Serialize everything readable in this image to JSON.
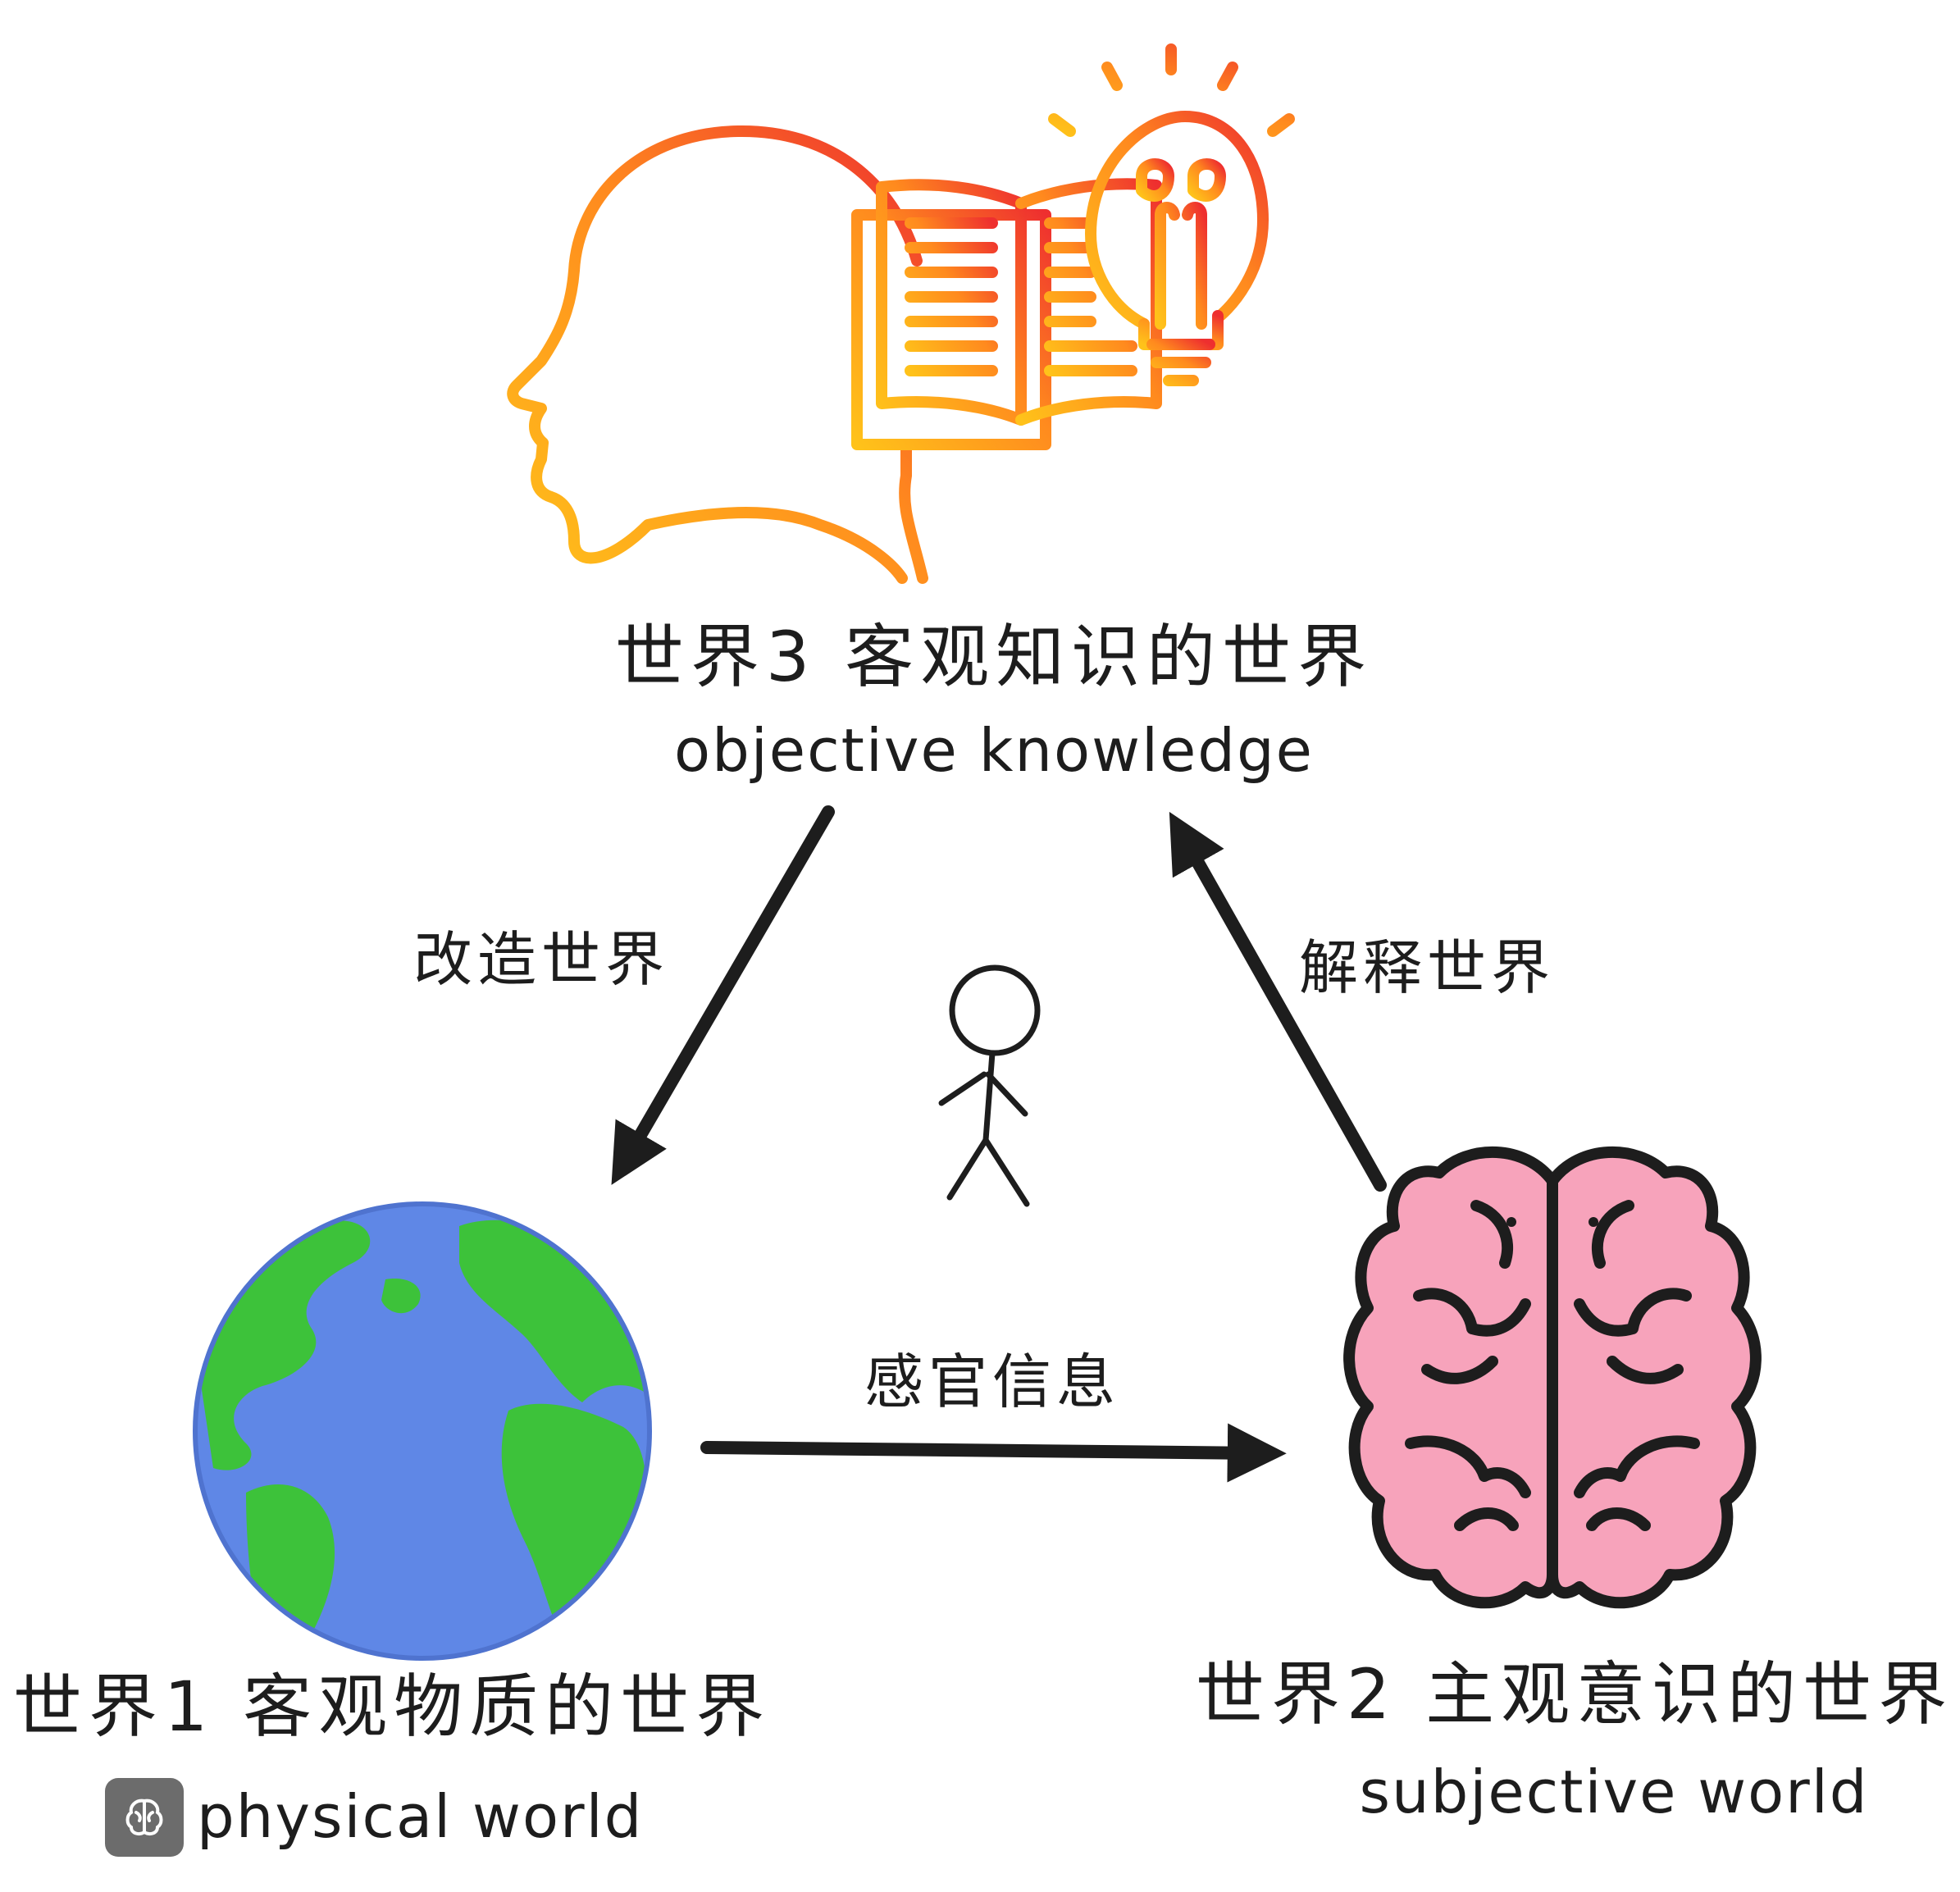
{
  "nodes": {
    "world3": {
      "zh_label": "世界3 客观知识的世界",
      "en_label": "objective knowledge",
      "icon": "head-book-lightbulb-icon"
    },
    "world1": {
      "zh_label": "世界1 客观物质的世界",
      "en_label": "physical world",
      "icon": "earth-globe-icon"
    },
    "world2": {
      "zh_label": "世界2 主观意识的世界",
      "en_label": "subjective world",
      "icon": "brain-icon"
    }
  },
  "edges": {
    "world3_to_world1": "改造世界",
    "world2_to_world3": "解释世界",
    "world1_to_world2": "感官信息"
  },
  "center_icon": "stick-figure-icon",
  "badge_icon": "brain-icon",
  "colors": {
    "gradient_start": "#ffc21a",
    "gradient_end": "#ee2f2f",
    "ocean": "#5f87e6",
    "land": "#3dc23a",
    "brain": "#f7a3bb",
    "ink": "#1d1d1d",
    "badge": "#6c6c6c"
  }
}
